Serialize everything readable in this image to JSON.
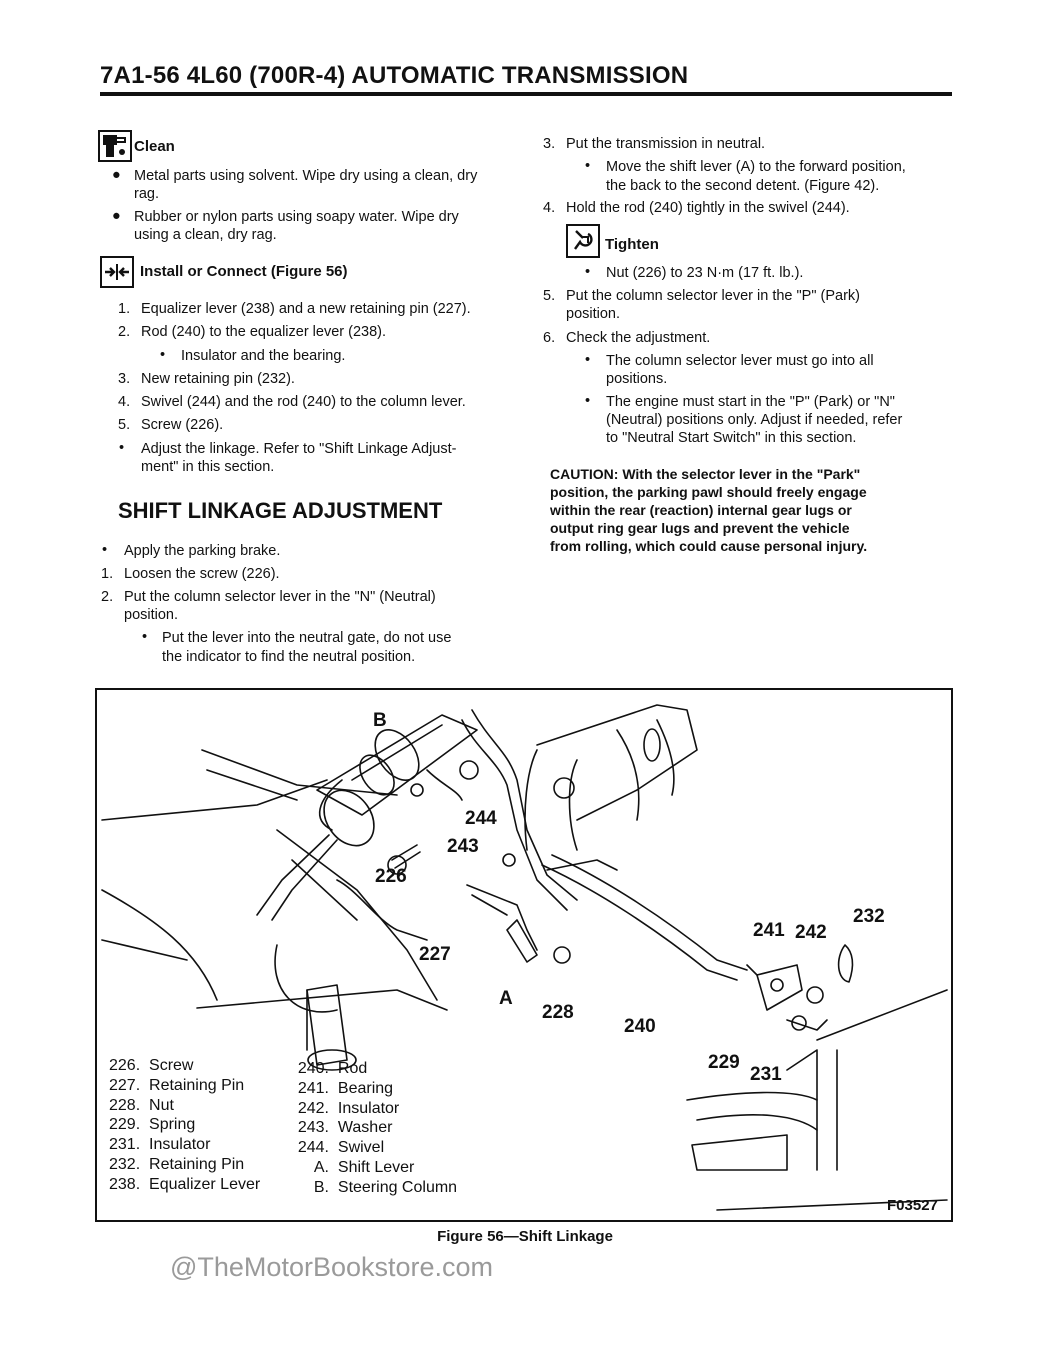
{
  "header": {
    "title": "7A1-56  4L60 (700R-4) AUTOMATIC TRANSMISSION"
  },
  "left": {
    "clean": {
      "title": "Clean",
      "bullets": [
        [
          "Metal parts using solvent. Wipe dry using a clean, dry",
          "rag."
        ],
        [
          "Rubber or nylon parts using soapy water. Wipe dry",
          "using a clean, dry rag."
        ]
      ]
    },
    "install": {
      "title": "Install or Connect (Figure 56)",
      "steps": [
        {
          "n": "1.",
          "text": "Equalizer lever (238) and a new retaining pin (227)."
        },
        {
          "n": "2.",
          "text": "Rod (240) to the equalizer lever (238)."
        },
        {
          "n": "•",
          "text": "Insulator and the bearing."
        },
        {
          "n": "3.",
          "text": "New retaining pin (232)."
        },
        {
          "n": "4.",
          "text": "Swivel (244) and the rod (240) to the column lever."
        },
        {
          "n": "5.",
          "text": "Screw (226)."
        },
        {
          "n": "•",
          "text": "Adjust the linkage. Refer to \"Shift Linkage Adjust-"
        },
        {
          "n": "",
          "text": "ment\" in this section."
        }
      ]
    },
    "adjust": {
      "title": "SHIFT LINKAGE ADJUSTMENT",
      "steps": [
        {
          "n": "•",
          "text": "Apply the parking brake."
        },
        {
          "n": "1.",
          "text": "Loosen the screw (226)."
        },
        {
          "n": "2.",
          "text": "Put the column selector lever in the \"N\" (Neutral)"
        },
        {
          "n": "",
          "text": "position."
        },
        {
          "n": "•",
          "text": "Put the lever into the neutral gate, do not use"
        },
        {
          "n": "",
          "text": "the indicator to find the neutral position."
        }
      ]
    }
  },
  "right": {
    "steps": [
      {
        "n": "3.",
        "text": "Put the transmission in neutral."
      },
      {
        "n": "•",
        "text": "Move the shift lever (A) to the forward position,"
      },
      {
        "n": "",
        "text": "the back to the second detent. (Figure 42)."
      },
      {
        "n": "4.",
        "text": "Hold the rod (240) tightly in the swivel (244)."
      }
    ],
    "tighten": {
      "title": "Tighten"
    },
    "steps2": [
      {
        "n": "•",
        "text": "Nut (226) to 23 N·m (17 ft. lb.)."
      },
      {
        "n": "5.",
        "text": "Put the column selector lever in the \"P\" (Park)"
      },
      {
        "n": "",
        "text": "position."
      },
      {
        "n": "6.",
        "text": "Check the adjustment."
      },
      {
        "n": "•",
        "text": "The column selector lever must go into all"
      },
      {
        "n": "",
        "text": "positions."
      },
      {
        "n": "•",
        "text": "The engine must start in the \"P\" (Park) or \"N\""
      },
      {
        "n": "",
        "text": "(Neutral) positions only. Adjust if needed, refer"
      },
      {
        "n": "",
        "text": "to \"Neutral Start Switch\" in this section."
      }
    ],
    "caution": [
      "CAUTION: With the selector lever in the \"Park\"",
      "position, the parking pawl should freely engage",
      "within the rear (reaction) internal gear lugs or",
      "output ring gear lugs and prevent the vehicle",
      "from rolling, which could cause personal injury."
    ]
  },
  "figure": {
    "callouts": [
      "B",
      "244",
      "243",
      "226",
      "227",
      "A",
      "228",
      "240",
      "241",
      "242",
      "232",
      "229",
      "231"
    ],
    "legend_left": [
      {
        "n": "226.",
        "t": "Screw"
      },
      {
        "n": "227.",
        "t": "Retaining Pin"
      },
      {
        "n": "228.",
        "t": "Nut"
      },
      {
        "n": "229.",
        "t": "Spring"
      },
      {
        "n": "231.",
        "t": "Insulator"
      },
      {
        "n": "232.",
        "t": "Retaining Pin"
      },
      {
        "n": "238.",
        "t": "Equalizer Lever"
      }
    ],
    "legend_right": [
      {
        "n": "240.",
        "t": "Rod"
      },
      {
        "n": "241.",
        "t": "Bearing"
      },
      {
        "n": "242.",
        "t": "Insulator"
      },
      {
        "n": "243.",
        "t": "Washer"
      },
      {
        "n": "244.",
        "t": "Swivel"
      },
      {
        "n": "A.",
        "t": "Shift Lever"
      },
      {
        "n": "B.",
        "t": "Steering Column"
      }
    ],
    "code": "F03527",
    "caption": "Figure 56—Shift Linkage"
  },
  "watermark": "@TheMotorBookstore.com"
}
